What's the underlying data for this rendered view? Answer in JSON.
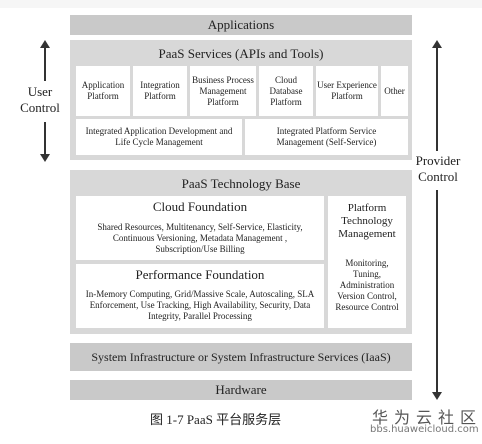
{
  "diagram": {
    "applications": "Applications",
    "paas_services": {
      "title": "PaaS Services (APIs and Tools)",
      "items": [
        "Application Platform",
        "Integration Platform",
        "Business Process Management Platform",
        "Cloud Database Platform",
        "User Experience Platform",
        "Other"
      ],
      "integrated_dev": "Integrated Application Development and Life Cycle Management",
      "integrated_mgmt": "Integrated Platform Service Management (Self-Service)"
    },
    "technology_base": {
      "title": "PaaS Technology Base",
      "cloud_foundation": {
        "title": "Cloud Foundation",
        "body": "Shared Resources, Multitenancy, Self-Service, Elasticity, Continuous Versioning, Metadata Management , Subscription/Use Billing"
      },
      "performance_foundation": {
        "title": "Performance Foundation",
        "body": "In-Memory Computing, Grid/Massive Scale, Autoscaling, SLA Enforcement, Use Tracking, High Availability, Security, Data Integrity, Parallel Processing"
      },
      "platform_mgmt": {
        "title": "Platform Technology Management",
        "body": "Monitoring, Tuning, Administration Version Control, Resource Control"
      }
    },
    "iaas": "System Infrastructure or System Infrastructure Services (IaaS)",
    "hardware": "Hardware",
    "user_control": "User Control",
    "provider_control": "Provider Control"
  },
  "caption": "图 1-7    PaaS 平台服务层",
  "watermark": {
    "title": "华为云社区",
    "url": "bbs.huaweicloud.com"
  }
}
